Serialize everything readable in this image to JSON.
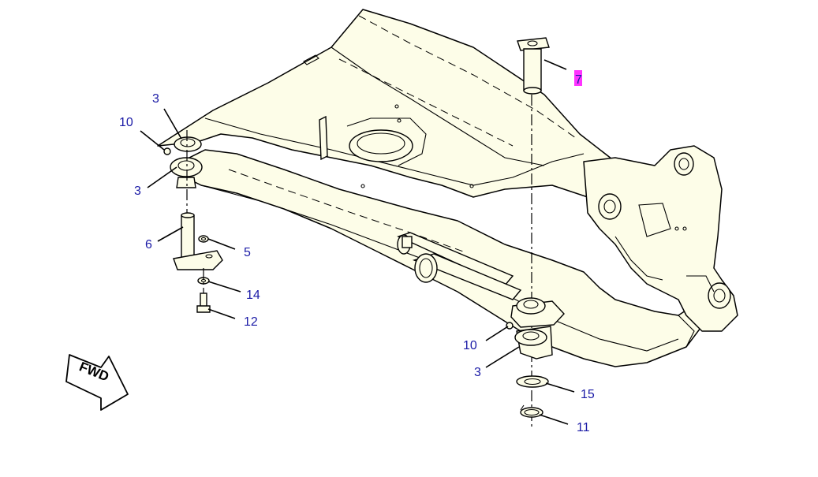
{
  "diagram": {
    "callouts": [
      {
        "id": "c-7",
        "label": "7",
        "highlight": true
      },
      {
        "id": "c-3a",
        "label": "3"
      },
      {
        "id": "c-10a",
        "label": "10"
      },
      {
        "id": "c-3b",
        "label": "3"
      },
      {
        "id": "c-6",
        "label": "6"
      },
      {
        "id": "c-5",
        "label": "5"
      },
      {
        "id": "c-14",
        "label": "14"
      },
      {
        "id": "c-12",
        "label": "12"
      },
      {
        "id": "c-10b",
        "label": "10"
      },
      {
        "id": "c-3c",
        "label": "3"
      },
      {
        "id": "c-15",
        "label": "15"
      },
      {
        "id": "c-11",
        "label": "11"
      }
    ],
    "direction_arrow_label": "FWD",
    "colors": {
      "callout_text": "#1a1aa6",
      "part_fill": "#fdfde8",
      "highlight": "#ff33ff",
      "line": "#000000"
    }
  }
}
